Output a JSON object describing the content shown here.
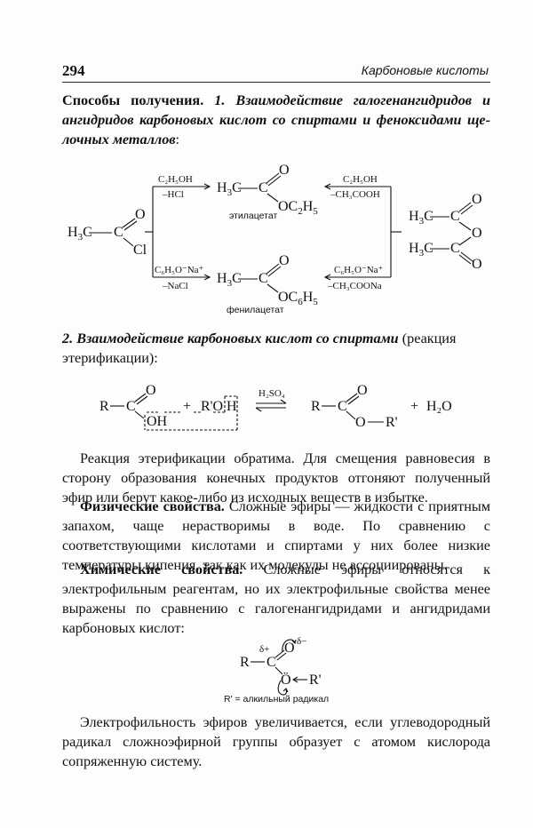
{
  "header": {
    "page_number": "294",
    "running_title": "Карбоновые кислоты"
  },
  "section1": {
    "lead": "Способы получения.",
    "title_part1": "1. Взаимодействие галогенангидридов",
    "title_part2": "и ангидридов карбоновых кислот со спиртами и феноксидами ще-",
    "title_part3": "лочных металлов",
    "colon": ":"
  },
  "scheme1": {
    "acyl_chloride_h3c": "H",
    "acyl_chloride_c": "C",
    "o": "O",
    "cl": "Cl",
    "reagent_top_left": "C₂H₅OH",
    "by_top_left": "–HCl",
    "reagent_top_right": "C₂H₅OH",
    "by_top_right": "–CH₃COOH",
    "reagent_bottom_left": "C₆H₅O⁻Na⁺",
    "by_bottom_left": "–NaCl",
    "reagent_bottom_right": "C₆H₅O⁻Na⁺",
    "by_bottom_right": "–CH₃COONa",
    "product_top_label": "этилацетат",
    "product_bottom_label": "фенилацетат",
    "oc2h5": "OC",
    "oc6h5": "OC"
  },
  "section2": {
    "title": "2. Взаимодействие карбоновых кислот со спиртами",
    "rest": " (реакция",
    "line2": "этерификации):"
  },
  "scheme2": {
    "r": "R",
    "c": "C",
    "o": "O",
    "oh": "OH",
    "plus1": "+",
    "alcohol": "R'O",
    "h": "H",
    "catalyst": "H₂SO₄",
    "product_r": "R",
    "product_o": "O",
    "product_rprime": "R'",
    "plus2": "+",
    "water": "H₂O"
  },
  "paragraphs": {
    "p1": "Реакция этерификации обратима. Для смещения равновесия в сторону образования конечных продуктов отгоняют полученный эфир или берут какое-либо из исходных веществ в избытке.",
    "p2_lead": "Физические свойства.",
    "p2": " Сложные эфиры — жидкости с приятным запахом, чаще нерастворимы в воде. По сравнению с соответствующими кислотами и спиртами у них более низкие температуры кипения, так как их молекулы не ассоциированы.",
    "p3_lead": "Химические свойства.",
    "p3": " Сложные эфиры относятся к электрофильным реагентам, но их электрофильные свойства менее выражены по сравнению с галогенангидридами и ангидридами карбоновых кислот:",
    "p4": "Электрофильность эфиров увеличивается, если углеводородный радикал сложноэфирной группы образует с атомом кислорода сопряженную систему."
  },
  "scheme3": {
    "r": "R",
    "c": "C",
    "o_top": "O",
    "delta_plus": "δ+",
    "delta_minus": "δ−",
    "o_bottom": "Ö",
    "rprime": "R'",
    "caption": "R' = алкильный радикал"
  }
}
